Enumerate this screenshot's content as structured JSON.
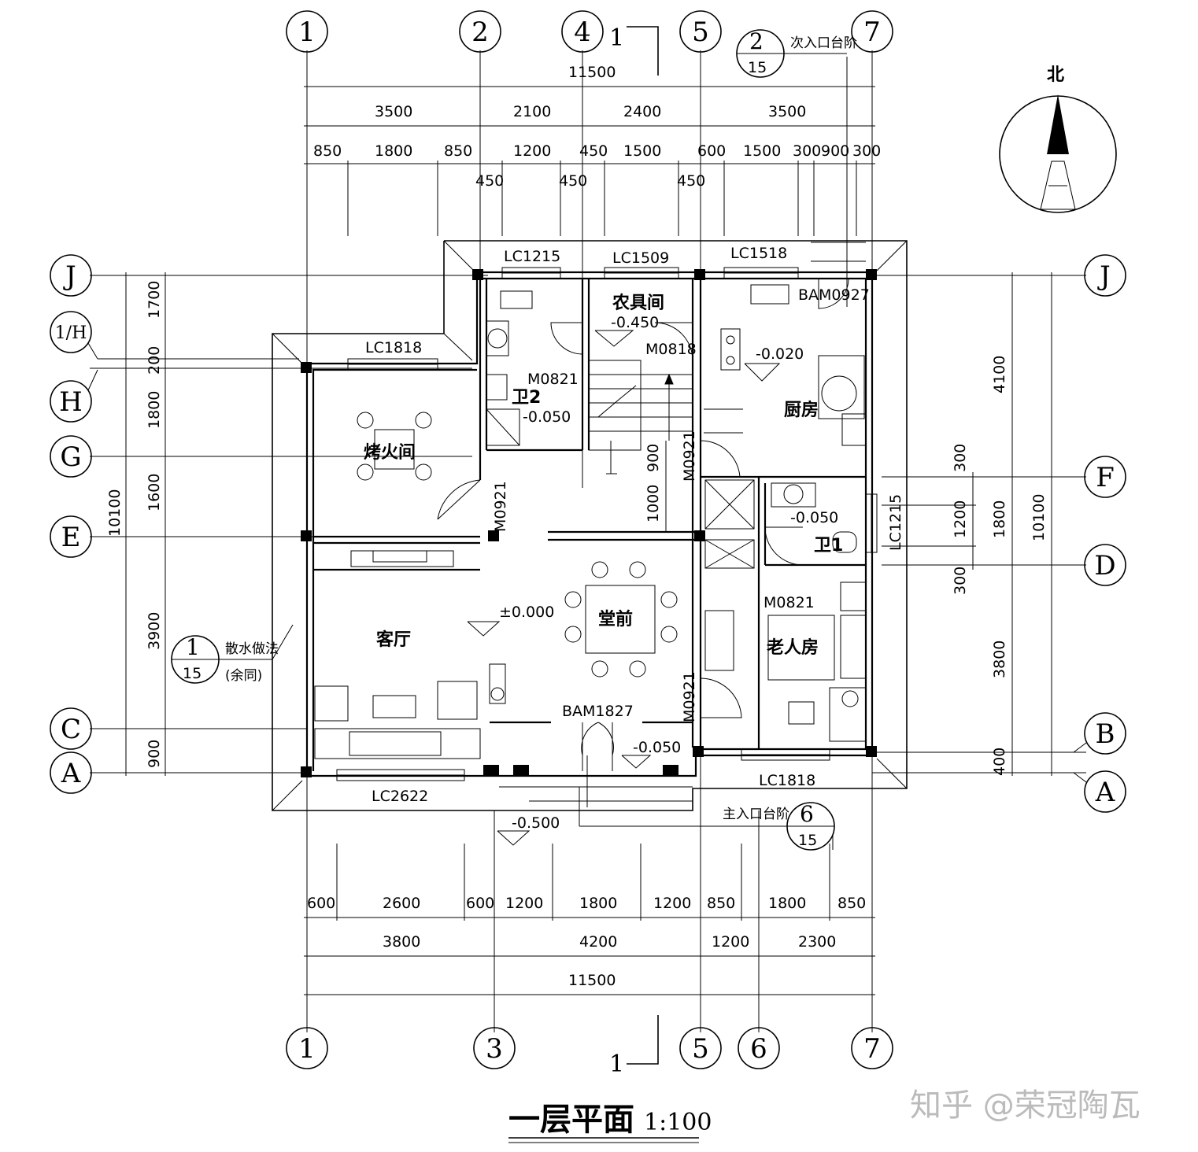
{
  "drawing": {
    "title": "一层平面",
    "scale": "1:100",
    "north_label": "北",
    "watermark": "知乎 @荣冠陶瓦"
  },
  "axes": {
    "top": [
      "1",
      "2",
      "4",
      "5",
      "7"
    ],
    "bottom": [
      "1",
      "3",
      "5",
      "6",
      "7"
    ],
    "left": [
      "J",
      "1/H",
      "H",
      "G",
      "E",
      "C",
      "A"
    ],
    "right": [
      "J",
      "F",
      "D",
      "B",
      "A"
    ]
  },
  "dims_top": {
    "overall": "11500",
    "row2": [
      "3500",
      "2100",
      "2400",
      "3500"
    ],
    "row3": [
      "850",
      "1800",
      "850",
      "1200",
      "450",
      "1500",
      "600",
      "1500",
      "300",
      "900",
      "300"
    ],
    "row3_lower": [
      "450",
      "450",
      "450"
    ]
  },
  "dims_bottom": {
    "row1": [
      "600",
      "2600",
      "600",
      "1200",
      "1800",
      "1200",
      "850",
      "1800",
      "850"
    ],
    "row2": [
      "3800",
      "4200",
      "1200",
      "2300"
    ],
    "overall": "11500"
  },
  "dims_left": {
    "segments": [
      "1700",
      "200",
      "1800",
      "1600",
      "3900",
      "900"
    ],
    "overall": "10100"
  },
  "dims_right": {
    "outer": [
      "4100",
      "1800",
      "3800",
      "400"
    ],
    "inner": [
      "300",
      "1200",
      "300"
    ],
    "overall": "10100",
    "small": [
      "900",
      "1000"
    ]
  },
  "rooms": {
    "kitchen": "厨房",
    "tool_room": "农具间",
    "fire_room": "烤火间",
    "living": "客厅",
    "hall": "堂前",
    "elder_room": "老人房",
    "wc1": "卫1",
    "wc2": "卫2"
  },
  "levels": {
    "tool_room": "-0.450",
    "kitchen": "-0.020",
    "wc2": "-0.050",
    "wc1": "-0.050",
    "hall": "±0.000",
    "entry": "-0.050",
    "outside": "-0.500"
  },
  "windows": {
    "w1": "LC1215",
    "w2": "LC1509",
    "w3": "LC1518",
    "w4": "LC1818",
    "w5": "LC2622",
    "w6": "LC1818",
    "w7": "LC1215"
  },
  "doors": {
    "d1": "BAM0927",
    "d2": "M0818",
    "d3": "M0821",
    "d4": "M0921",
    "d5": "M0921",
    "d6": "M0821",
    "d7": "M0921",
    "d8": "BAM1827"
  },
  "details": {
    "side_entry": {
      "num": "2",
      "sheet": "15",
      "label": "次入口台阶"
    },
    "main_entry": {
      "num": "6",
      "sheet": "15",
      "label": "主入口台阶"
    },
    "apron": {
      "num": "1",
      "sheet": "15",
      "label1": "散水做法",
      "label2": "(余同)"
    }
  },
  "section": {
    "label": "1"
  }
}
